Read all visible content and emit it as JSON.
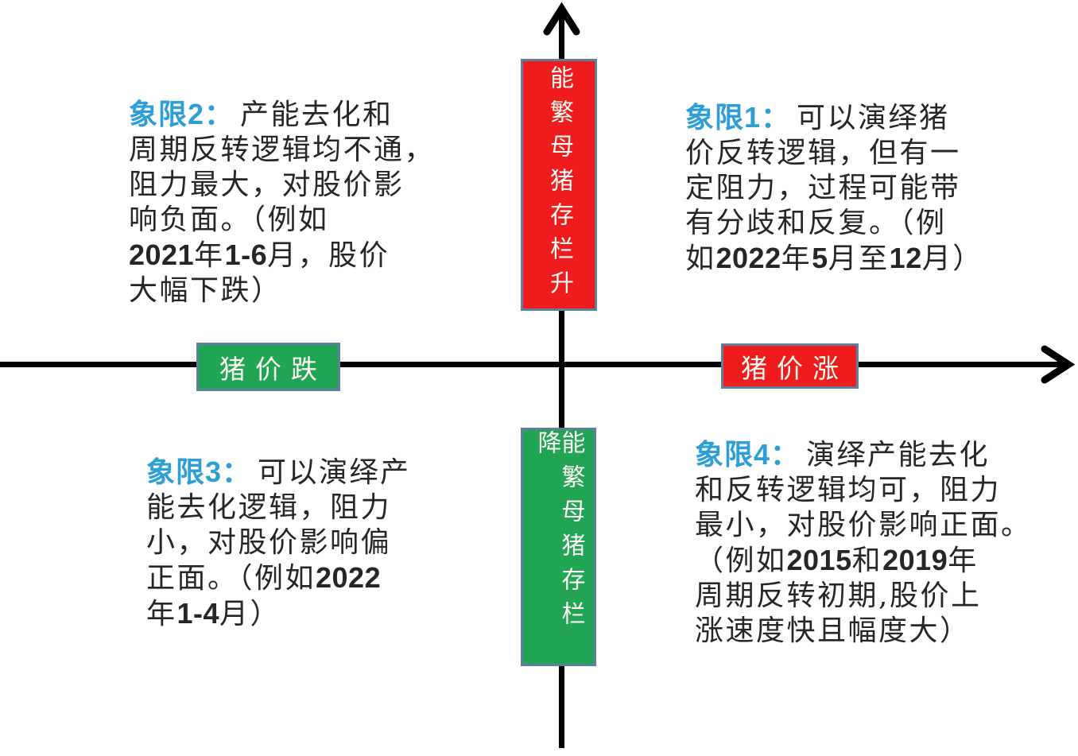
{
  "diagram": {
    "axes": {
      "y_axis_top_box": "能繁母猪存栏升",
      "y_axis_bottom_box": "能繁母猪存栏降",
      "x_axis_left_box": "猪价跌",
      "x_axis_right_box": "猪价涨"
    },
    "quadrants": {
      "q1": {
        "label": "象限1：",
        "lines": [
          "可以演绎猪",
          "价反转逻辑，但有一",
          "定阻力，过程可能带",
          "有分歧和反复。（例",
          "如2022年5月至12月）"
        ]
      },
      "q2": {
        "label": "象限2：",
        "lines": [
          "产能去化和",
          "周期反转逻辑均不通，",
          "阻力最大，对股价影",
          "响负面。（例如",
          "2021年1-6月，股价",
          "大幅下跌）"
        ]
      },
      "q3": {
        "label": "象限3：",
        "lines": [
          "可以演绎产",
          "能去化逻辑，阻力",
          "小，对股价影响偏",
          "正面。（例如2022",
          "年1-4月）"
        ]
      },
      "q4": {
        "label": "象限4：",
        "lines": [
          "演绎产能去化",
          "和反转逻辑均可，阻力",
          "最小，对股价影响正面。",
          "（例如2015和2019年",
          "周期反转初期,股价上",
          "涨速度快且幅度大）"
        ]
      }
    },
    "colors": {
      "red": "#EE1C1C",
      "green": "#21A454",
      "box_border": "#5E7F9E",
      "quadrant_label_blue": "#2E9FD4",
      "body_text": "#262626",
      "axis_black": "#000000"
    }
  }
}
